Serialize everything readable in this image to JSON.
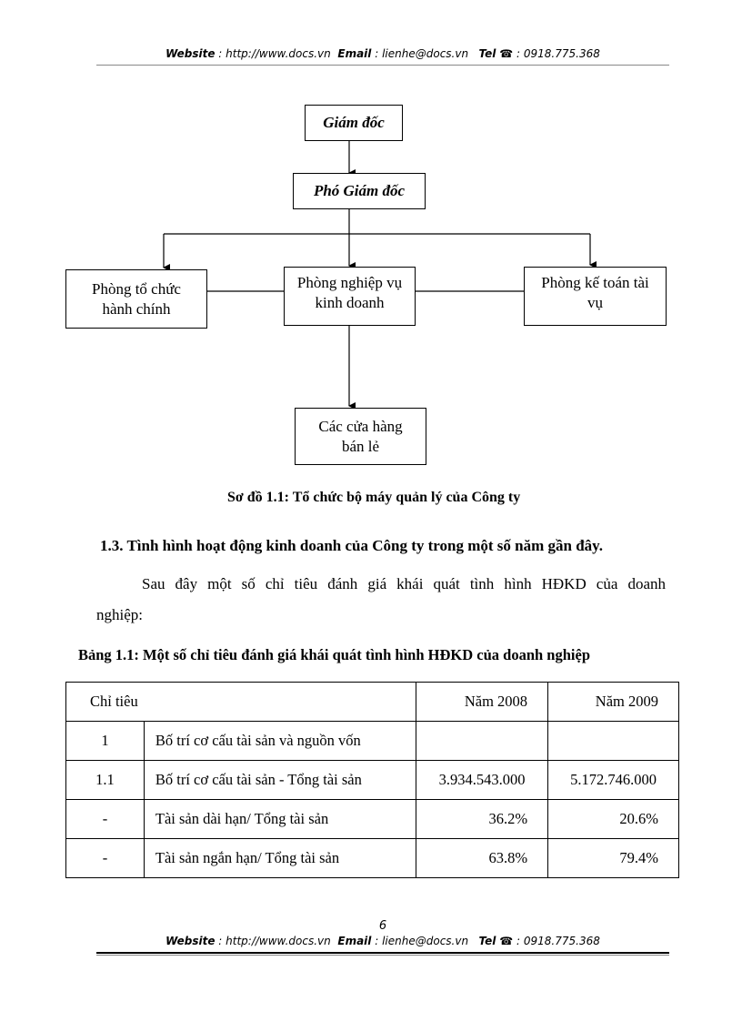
{
  "header": {
    "website_label": "Website",
    "website_value": ": http://www.docs.vn",
    "email_label": "Email",
    "email_value": ": lienhe@docs.vn",
    "tel_label": "Tel",
    "tel_icon": "☎",
    "tel_value": ": 0918.775.368"
  },
  "diagram": {
    "director": "Giám đốc",
    "deputy": "Phó Giám đốc",
    "admin_dept": [
      "Phòng tổ chức",
      "hành chính"
    ],
    "business_dept": [
      "Phòng nghiệp vụ",
      "kinh doanh"
    ],
    "accounting_dept": [
      "Phòng kế toán tài",
      "vụ"
    ],
    "retail_stores": [
      "Các cửa hàng",
      "bán lẻ"
    ]
  },
  "diagram_caption": "Sơ đồ 1.1: Tổ chức bộ máy quản lý của Công ty",
  "section_heading": "1.3. Tình hình hoạt động kinh doanh của Công ty trong một số năm gần đây.",
  "paragraph": {
    "line1": "Sau đây một số chỉ tiêu đánh giá khái quát tình hình HĐKD của doanh",
    "line2": "nghiệp:"
  },
  "table_caption": "Bảng 1.1: Một số chỉ tiêu đánh giá khái quát tình hình HĐKD của doanh nghiệp",
  "table": {
    "headers": [
      "Chỉ tiêu",
      "Năm 2008",
      "Năm 2009"
    ],
    "rows": [
      {
        "no": "1",
        "label": "Bố trí cơ cấu tài sản và nguồn vốn",
        "y2008": "",
        "y2009": ""
      },
      {
        "no": "1.1",
        "label": "Bố trí cơ cấu tài sản - Tổng tài sản",
        "y2008": "3.934.543.000",
        "y2009": "5.172.746.000"
      },
      {
        "no": "-",
        "label": "Tài sản dài hạn/ Tổng tài sản",
        "y2008": "36.2%",
        "y2009": "20.6%"
      },
      {
        "no": "-",
        "label": "Tài sản ngắn hạn/ Tổng tài sản",
        "y2008": "63.8%",
        "y2009": "79.4%"
      }
    ]
  },
  "page_number": "6"
}
